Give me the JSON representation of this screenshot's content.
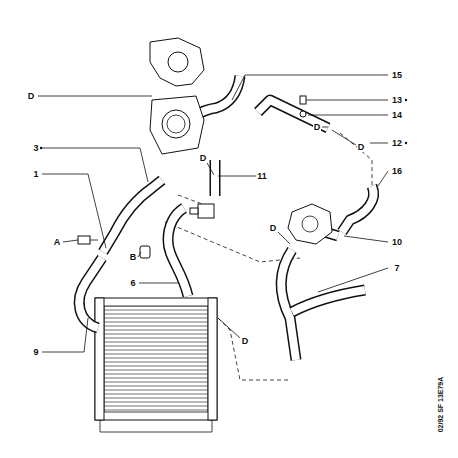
{
  "diagram": {
    "labels": [
      "D",
      "15",
      "13",
      "14",
      "D",
      "12",
      "D",
      "16",
      "D",
      "11",
      "3",
      "1",
      "A",
      "B",
      "6",
      "D",
      "10",
      "7",
      "9",
      "D",
      "02/92 SF 13E79A"
    ]
  }
}
